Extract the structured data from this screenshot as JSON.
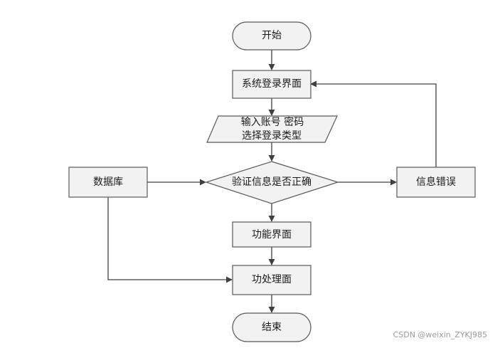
{
  "nodes": {
    "start": "开始",
    "login_screen": "系统登录界面",
    "input_line1": "输入账号 密码",
    "input_line2": "选择登录类型",
    "database": "数据库",
    "verify": "验证信息是否正确",
    "error": "信息错误",
    "function_screen": "功能界面",
    "process_screen": "功处理面",
    "end": "结束"
  },
  "watermark": "CSDN @weixin_ZYKJ985",
  "colors": {
    "shape_fill": "#f2f2f2",
    "shape_stroke": "#595959",
    "edge": "#404040"
  }
}
